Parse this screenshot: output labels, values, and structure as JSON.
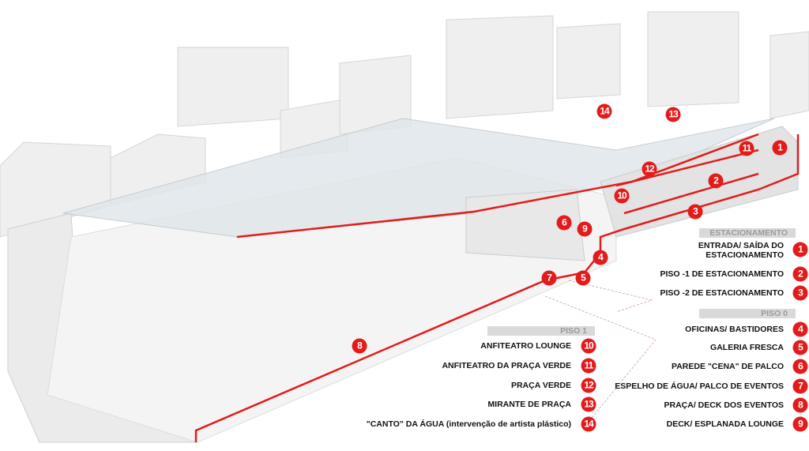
{
  "colors": {
    "accent": "#e31b1b",
    "header_bg": "#d9d9d9"
  },
  "markers": [
    "1",
    "2",
    "3",
    "4",
    "5",
    "6",
    "7",
    "8",
    "9",
    "10",
    "11",
    "12",
    "13",
    "14"
  ],
  "legend": {
    "estacionamento": {
      "title": "ESTACIONAMENTO",
      "items": [
        {
          "n": "1",
          "line1": "ENTRADA/ SAÍDA DO",
          "line2": "ESTACIONAMENTO"
        },
        {
          "n": "2",
          "label": "PISO -1 DE ESTACIONAMENTO"
        },
        {
          "n": "3",
          "label": "PISO -2 DE ESTACIONAMENTO"
        }
      ]
    },
    "piso0": {
      "title": "PISO 0",
      "items": [
        {
          "n": "4",
          "label": "OFICINAS/ BASTIDORES"
        },
        {
          "n": "5",
          "label": "GALERIA FRESCA"
        },
        {
          "n": "6",
          "label": "PAREDE \"CENA\" DE PALCO"
        },
        {
          "n": "7",
          "label": "ESPELHO DE ÁGUA/ PALCO DE EVENTOS"
        },
        {
          "n": "8",
          "label": "PRAÇA/ DECK DOS EVENTOS"
        },
        {
          "n": "9",
          "label": "DECK/ ESPLANADA LOUNGE"
        }
      ]
    },
    "piso1": {
      "title": "PISO 1",
      "items": [
        {
          "n": "10",
          "label": "ANFITEATRO LOUNGE"
        },
        {
          "n": "11",
          "label": "ANFITEATRO DA PRAÇA VERDE"
        },
        {
          "n": "12",
          "label": "PRAÇA VERDE"
        },
        {
          "n": "13",
          "label": "MIRANTE DE PRAÇA"
        },
        {
          "n": "14",
          "label": "\"CANTO\" DA ÁGUA (intervenção de artista plástico)"
        }
      ]
    }
  }
}
